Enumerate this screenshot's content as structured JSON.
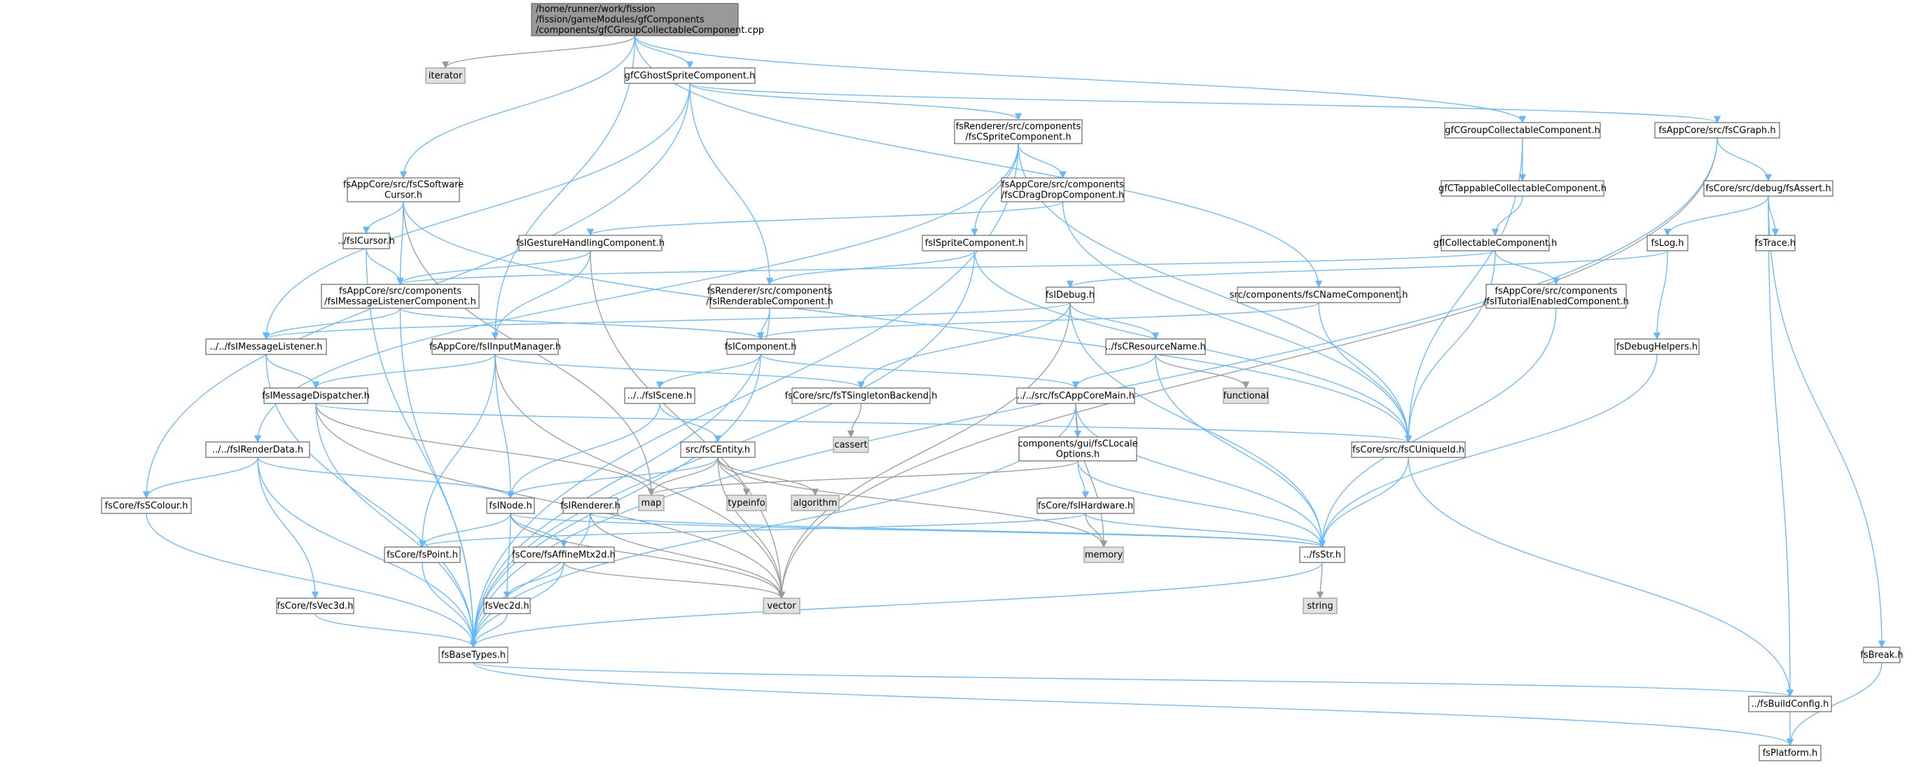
{
  "diagram": {
    "nodes": [
      {
        "id": "root",
        "lines": [
          "/home/runner/work/fission",
          "/fission/gameModules/gfComponents",
          "/components/gfCGroupCollectableComponent.cpp"
        ],
        "kind": "root"
      },
      {
        "id": "iterator",
        "lines": [
          "iterator"
        ],
        "kind": "sys"
      },
      {
        "id": "gfCGhostSprite",
        "lines": [
          "gfCGhostSpriteComponent.h"
        ],
        "kind": "file"
      },
      {
        "id": "fsRendererSprite",
        "lines": [
          "fsRenderer/src/components",
          "/fsCSpriteComponent.h"
        ],
        "kind": "file"
      },
      {
        "id": "gfCGroupCollectable",
        "lines": [
          "gfCGroupCollectableComponent.h"
        ],
        "kind": "file"
      },
      {
        "id": "fsAppCoreGraph",
        "lines": [
          "fsAppCore/src/fsCGraph.h"
        ],
        "kind": "file"
      },
      {
        "id": "fsAppCoreSoftwareCursor",
        "lines": [
          "fsAppCore/src/fsCSoftware",
          "Cursor.h"
        ],
        "kind": "file"
      },
      {
        "id": "fsAppCoreDragDrop",
        "lines": [
          "fsAppCore/src/components",
          "/fsCDragDropComponent.h"
        ],
        "kind": "file"
      },
      {
        "id": "gfCTappable",
        "lines": [
          "gfCTappableCollectableComponent.h"
        ],
        "kind": "file"
      },
      {
        "id": "fsCoreAssert",
        "lines": [
          "fsCore/src/debug/fsAssert.h"
        ],
        "kind": "file"
      },
      {
        "id": "fsICursor",
        "lines": [
          "../fsICursor.h"
        ],
        "kind": "file"
      },
      {
        "id": "fsIGestureHandling",
        "lines": [
          "fsIGestureHandlingComponent.h"
        ],
        "kind": "file"
      },
      {
        "id": "fsISprite",
        "lines": [
          "fsISpriteComponent.h"
        ],
        "kind": "file"
      },
      {
        "id": "gfICollectable",
        "lines": [
          "gfICollectableComponent.h"
        ],
        "kind": "file"
      },
      {
        "id": "fsLog",
        "lines": [
          "fsLog.h"
        ],
        "kind": "file"
      },
      {
        "id": "fsTrace",
        "lines": [
          "fsTrace.h"
        ],
        "kind": "file"
      },
      {
        "id": "fsIMsgListenerComp",
        "lines": [
          "fsAppCore/src/components",
          "/fsIMessageListenerComponent.h"
        ],
        "kind": "file"
      },
      {
        "id": "fsIRenderable",
        "lines": [
          "fsRenderer/src/components",
          "/fsIRenderableComponent.h"
        ],
        "kind": "file"
      },
      {
        "id": "fsIDebug",
        "lines": [
          "fsIDebug.h"
        ],
        "kind": "file"
      },
      {
        "id": "fsCNameComp",
        "lines": [
          "src/components/fsCNameComponent.h"
        ],
        "kind": "file"
      },
      {
        "id": "fsITutorial",
        "lines": [
          "fsAppCore/src/components",
          "/fsITutorialEnabledComponent.h"
        ],
        "kind": "file"
      },
      {
        "id": "fsIMessageListener",
        "lines": [
          "../../fsIMessageListener.h"
        ],
        "kind": "file"
      },
      {
        "id": "fsAppCoreInputMgr",
        "lines": [
          "fsAppCore/fsIInputManager.h"
        ],
        "kind": "file"
      },
      {
        "id": "fsIComponent",
        "lines": [
          "fsIComponent.h"
        ],
        "kind": "file"
      },
      {
        "id": "fsCResourceName",
        "lines": [
          "../fsCResourceName.h"
        ],
        "kind": "file"
      },
      {
        "id": "functional",
        "lines": [
          "functional"
        ],
        "kind": "sys"
      },
      {
        "id": "fsDebugHelpers",
        "lines": [
          "fsDebugHelpers.h"
        ],
        "kind": "file"
      },
      {
        "id": "fsIMessageDispatcher",
        "lines": [
          "fsIMessageDispatcher.h"
        ],
        "kind": "file"
      },
      {
        "id": "fsIScene",
        "lines": [
          "../../fsIScene.h"
        ],
        "kind": "file"
      },
      {
        "id": "fsTSingleton",
        "lines": [
          "fsCore/src/fsTSingletonBackend.h"
        ],
        "kind": "file"
      },
      {
        "id": "fsCAppCoreMain",
        "lines": [
          "../../src/fsCAppCoreMain.h"
        ],
        "kind": "file"
      },
      {
        "id": "cassert",
        "lines": [
          "cassert"
        ],
        "kind": "sys"
      },
      {
        "id": "fsIRenderData",
        "lines": [
          "../../fsIRenderData.h"
        ],
        "kind": "file"
      },
      {
        "id": "fsCEntity",
        "lines": [
          "src/fsCEntity.h"
        ],
        "kind": "file"
      },
      {
        "id": "guiLocale",
        "lines": [
          "components/gui/fsCLocale",
          "Options.h"
        ],
        "kind": "file"
      },
      {
        "id": "fsCUniqueId",
        "lines": [
          "fsCore/src/fsCUniqueId.h"
        ],
        "kind": "file"
      },
      {
        "id": "map",
        "lines": [
          "map"
        ],
        "kind": "sys"
      },
      {
        "id": "typeinfo",
        "lines": [
          "typeinfo"
        ],
        "kind": "sys"
      },
      {
        "id": "algorithm",
        "lines": [
          "algorithm"
        ],
        "kind": "sys"
      },
      {
        "id": "fsCoreSColour",
        "lines": [
          "fsCore/fsSColour.h"
        ],
        "kind": "file"
      },
      {
        "id": "fsINode",
        "lines": [
          "fsINode.h"
        ],
        "kind": "file"
      },
      {
        "id": "fsIRenderer",
        "lines": [
          "fsIRenderer.h"
        ],
        "kind": "file"
      },
      {
        "id": "fsCoreHardware",
        "lines": [
          "fsCore/fsIHardware.h"
        ],
        "kind": "file"
      },
      {
        "id": "memory",
        "lines": [
          "memory"
        ],
        "kind": "sys"
      },
      {
        "id": "fsCorePoint",
        "lines": [
          "fsCore/fsPoint.h"
        ],
        "kind": "file"
      },
      {
        "id": "fsCoreAffine",
        "lines": [
          "fsCore/fsAffineMtx2d.h"
        ],
        "kind": "file"
      },
      {
        "id": "fsStr",
        "lines": [
          "../fsStr.h"
        ],
        "kind": "file"
      },
      {
        "id": "vector",
        "lines": [
          "vector"
        ],
        "kind": "sys"
      },
      {
        "id": "string",
        "lines": [
          "string"
        ],
        "kind": "sys"
      },
      {
        "id": "fsCoreVec3d",
        "lines": [
          "fsCore/fsVec3d.h"
        ],
        "kind": "file"
      },
      {
        "id": "fsVec2d",
        "lines": [
          "fsVec2d.h"
        ],
        "kind": "file"
      },
      {
        "id": "fsBreak",
        "lines": [
          "fsBreak.h"
        ],
        "kind": "file"
      },
      {
        "id": "fsBaseTypes",
        "lines": [
          "fsBaseTypes.h"
        ],
        "kind": "file"
      },
      {
        "id": "fsBuildConfig",
        "lines": [
          "../fsBuildConfig.h"
        ],
        "kind": "file"
      },
      {
        "id": "fsPlatform",
        "lines": [
          "fsPlatform.h"
        ],
        "kind": "file"
      }
    ],
    "edges": [
      [
        "root",
        "iterator"
      ],
      [
        "root",
        "gfCGhostSprite"
      ],
      [
        "root",
        "gfCGroupCollectable"
      ],
      [
        "root",
        "fsAppCoreSoftwareCursor"
      ],
      [
        "root",
        "fsAppCoreInputMgr"
      ],
      [
        "root",
        "fsCNameComp"
      ],
      [
        "gfCGhostSprite",
        "fsRendererSprite"
      ],
      [
        "gfCGhostSprite",
        "fsAppCoreGraph"
      ],
      [
        "gfCGhostSprite",
        "fsIRenderable"
      ],
      [
        "gfCGhostSprite",
        "fsIMessageListener"
      ],
      [
        "gfCGhostSprite",
        "fsCoreSColour"
      ],
      [
        "fsRendererSprite",
        "fsAppCoreDragDrop"
      ],
      [
        "fsRendererSprite",
        "fsISprite"
      ],
      [
        "fsRendererSprite",
        "fsCUniqueId"
      ],
      [
        "fsRendererSprite",
        "fsIRenderData"
      ],
      [
        "fsRendererSprite",
        "fsBaseTypes"
      ],
      [
        "gfCGroupCollectable",
        "gfCTappable"
      ],
      [
        "gfCGroupCollectable",
        "fsCUniqueId"
      ],
      [
        "fsAppCoreGraph",
        "fsCoreAssert"
      ],
      [
        "fsAppCoreGraph",
        "vector"
      ],
      [
        "fsAppCoreGraph",
        "fsBaseTypes"
      ],
      [
        "fsAppCoreSoftwareCursor",
        "fsICursor"
      ],
      [
        "fsAppCoreSoftwareCursor",
        "fsIMsgListenerComp"
      ],
      [
        "fsAppCoreSoftwareCursor",
        "map"
      ],
      [
        "fsAppCoreSoftwareCursor",
        "fsCUniqueId"
      ],
      [
        "fsAppCoreDragDrop",
        "fsIGestureHandling"
      ],
      [
        "fsAppCoreDragDrop",
        "fsCUniqueId"
      ],
      [
        "gfCTappable",
        "gfICollectable"
      ],
      [
        "fsCoreAssert",
        "fsLog"
      ],
      [
        "fsCoreAssert",
        "fsTrace"
      ],
      [
        "fsCoreAssert",
        "fsBreak"
      ],
      [
        "fsCoreAssert",
        "fsBuildConfig"
      ],
      [
        "fsICursor",
        "fsIMsgListenerComp"
      ],
      [
        "fsICursor",
        "fsBaseTypes"
      ],
      [
        "fsIGestureHandling",
        "fsIMsgListenerComp"
      ],
      [
        "fsIGestureHandling",
        "fsAppCoreInputMgr"
      ],
      [
        "fsIGestureHandling",
        "vector"
      ],
      [
        "fsISprite",
        "fsIRenderable"
      ],
      [
        "fsISprite",
        "fsBaseTypes"
      ],
      [
        "fsISprite",
        "fsCUniqueId"
      ],
      [
        "gfICollectable",
        "fsIMsgListenerComp"
      ],
      [
        "gfICollectable",
        "fsITutorial"
      ],
      [
        "gfICollectable",
        "fsCUniqueId"
      ],
      [
        "fsLog",
        "fsIDebug"
      ],
      [
        "fsLog",
        "fsDebugHelpers"
      ],
      [
        "fsIMsgListenerComp",
        "fsIMessageListener"
      ],
      [
        "fsIMsgListenerComp",
        "fsIComponent"
      ],
      [
        "fsIMsgListenerComp",
        "fsBaseTypes"
      ],
      [
        "fsIRenderable",
        "fsIComponent"
      ],
      [
        "fsIRenderable",
        "fsBaseTypes"
      ],
      [
        "fsIDebug",
        "fsIMessageListener"
      ],
      [
        "fsIDebug",
        "fsCResourceName"
      ],
      [
        "fsIDebug",
        "fsTSingleton"
      ],
      [
        "fsIDebug",
        "fsStr"
      ],
      [
        "fsIDebug",
        "vector"
      ],
      [
        "fsCNameComp",
        "fsIComponent"
      ],
      [
        "fsCNameComp",
        "fsCUniqueId"
      ],
      [
        "fsITutorial",
        "fsStr"
      ],
      [
        "fsIMessageListener",
        "fsIMessageDispatcher"
      ],
      [
        "fsIMessageListener",
        "fsBaseTypes"
      ],
      [
        "fsAppCoreInputMgr",
        "fsIMessageDispatcher"
      ],
      [
        "fsAppCoreInputMgr",
        "fsTSingleton"
      ],
      [
        "fsAppCoreInputMgr",
        "fsINode"
      ],
      [
        "fsAppCoreInputMgr",
        "fsCorePoint"
      ],
      [
        "fsAppCoreInputMgr",
        "vector"
      ],
      [
        "fsIComponent",
        "fsIScene"
      ],
      [
        "fsIComponent",
        "fsCAppCoreMain"
      ],
      [
        "fsIComponent",
        "fsBaseTypes"
      ],
      [
        "fsCResourceName",
        "functional"
      ],
      [
        "fsCResourceName",
        "fsCAppCoreMain"
      ],
      [
        "fsCResourceName",
        "fsStr"
      ],
      [
        "fsDebugHelpers",
        "fsStr"
      ],
      [
        "fsIMessageDispatcher",
        "fsCUniqueId"
      ],
      [
        "fsIMessageDispatcher",
        "map"
      ],
      [
        "fsIMessageDispatcher",
        "vector"
      ],
      [
        "fsIMessageDispatcher",
        "fsBaseTypes"
      ],
      [
        "fsIScene",
        "fsCEntity"
      ],
      [
        "fsIScene",
        "fsINode"
      ],
      [
        "fsTSingleton",
        "cassert"
      ],
      [
        "fsCAppCoreMain",
        "guiLocale"
      ],
      [
        "fsCAppCoreMain",
        "memory"
      ],
      [
        "fsCAppCoreMain",
        "fsStr"
      ],
      [
        "fsCAppCoreMain",
        "fsBaseTypes"
      ],
      [
        "fsIRenderData",
        "fsCoreSColour"
      ],
      [
        "fsIRenderData",
        "fsINode"
      ],
      [
        "fsIRenderData",
        "fsCoreVec3d"
      ],
      [
        "fsIRenderData",
        "fsBaseTypes"
      ],
      [
        "fsCEntity",
        "map"
      ],
      [
        "fsCEntity",
        "typeinfo"
      ],
      [
        "fsCEntity",
        "algorithm"
      ],
      [
        "fsCEntity",
        "fsINode"
      ],
      [
        "fsCEntity",
        "memory"
      ],
      [
        "fsCEntity",
        "vector"
      ],
      [
        "guiLocale",
        "fsCoreHardware"
      ],
      [
        "guiLocale",
        "map"
      ],
      [
        "guiLocale",
        "fsStr"
      ],
      [
        "fsCUniqueId",
        "fsStr"
      ],
      [
        "fsCUniqueId",
        "fsBuildConfig"
      ],
      [
        "fsCoreSColour",
        "fsBaseTypes"
      ],
      [
        "fsINode",
        "fsCoreAffine"
      ],
      [
        "fsINode",
        "fsCorePoint"
      ],
      [
        "fsINode",
        "fsVec2d"
      ],
      [
        "fsINode",
        "vector"
      ],
      [
        "fsINode",
        "fsStr"
      ],
      [
        "fsIRenderer",
        "fsBaseTypes"
      ],
      [
        "fsIRenderer",
        "vector"
      ],
      [
        "fsIRenderer",
        "fsStr"
      ],
      [
        "fsCoreHardware",
        "memory"
      ],
      [
        "fsCoreHardware",
        "fsStr"
      ],
      [
        "fsCoreHardware",
        "fsCorePoint"
      ],
      [
        "fsCorePoint",
        "fsBaseTypes"
      ],
      [
        "fsCoreAffine",
        "fsVec2d"
      ],
      [
        "fsCoreAffine",
        "vector"
      ],
      [
        "fsCoreAffine",
        "fsBaseTypes"
      ],
      [
        "fsStr",
        "string"
      ],
      [
        "fsStr",
        "fsBaseTypes"
      ],
      [
        "fsCoreVec3d",
        "fsBaseTypes"
      ],
      [
        "fsVec2d",
        "fsBaseTypes"
      ],
      [
        "fsBreak",
        "fsPlatform"
      ],
      [
        "fsBaseTypes",
        "fsBuildConfig"
      ],
      [
        "fsBaseTypes",
        "fsPlatform"
      ],
      [
        "fsBuildConfig",
        "fsPlatform"
      ]
    ]
  }
}
